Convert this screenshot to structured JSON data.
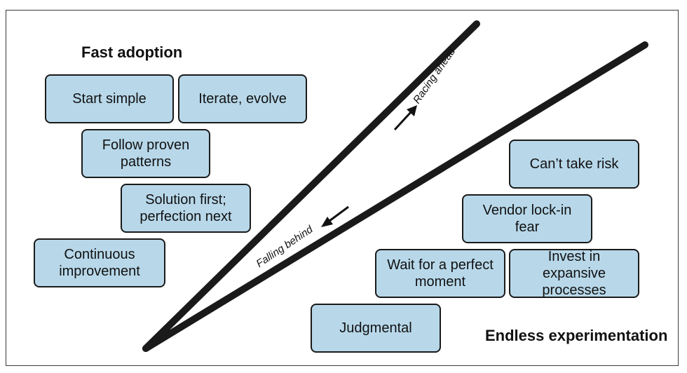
{
  "headings": {
    "top_left": "Fast adoption",
    "bottom_right": "Endless experimentation"
  },
  "fast_adoption_items": [
    "Start simple",
    "Iterate, evolve",
    "Follow proven\npatterns",
    "Solution first;\nperfection next",
    "Continuous\nimprovement"
  ],
  "endless_experimentation_items": [
    "Can’t take risk",
    "Vendor lock-in fear",
    "Wait for a perfect\nmoment",
    "Invest in expansive\nprocesses",
    "Judgmental"
  ],
  "labels": {
    "racing_ahead": "Racing ahead",
    "falling_behind": "Falling behind"
  },
  "colors": {
    "box_fill": "#b8d8ea",
    "line": "#1a1a1a"
  }
}
